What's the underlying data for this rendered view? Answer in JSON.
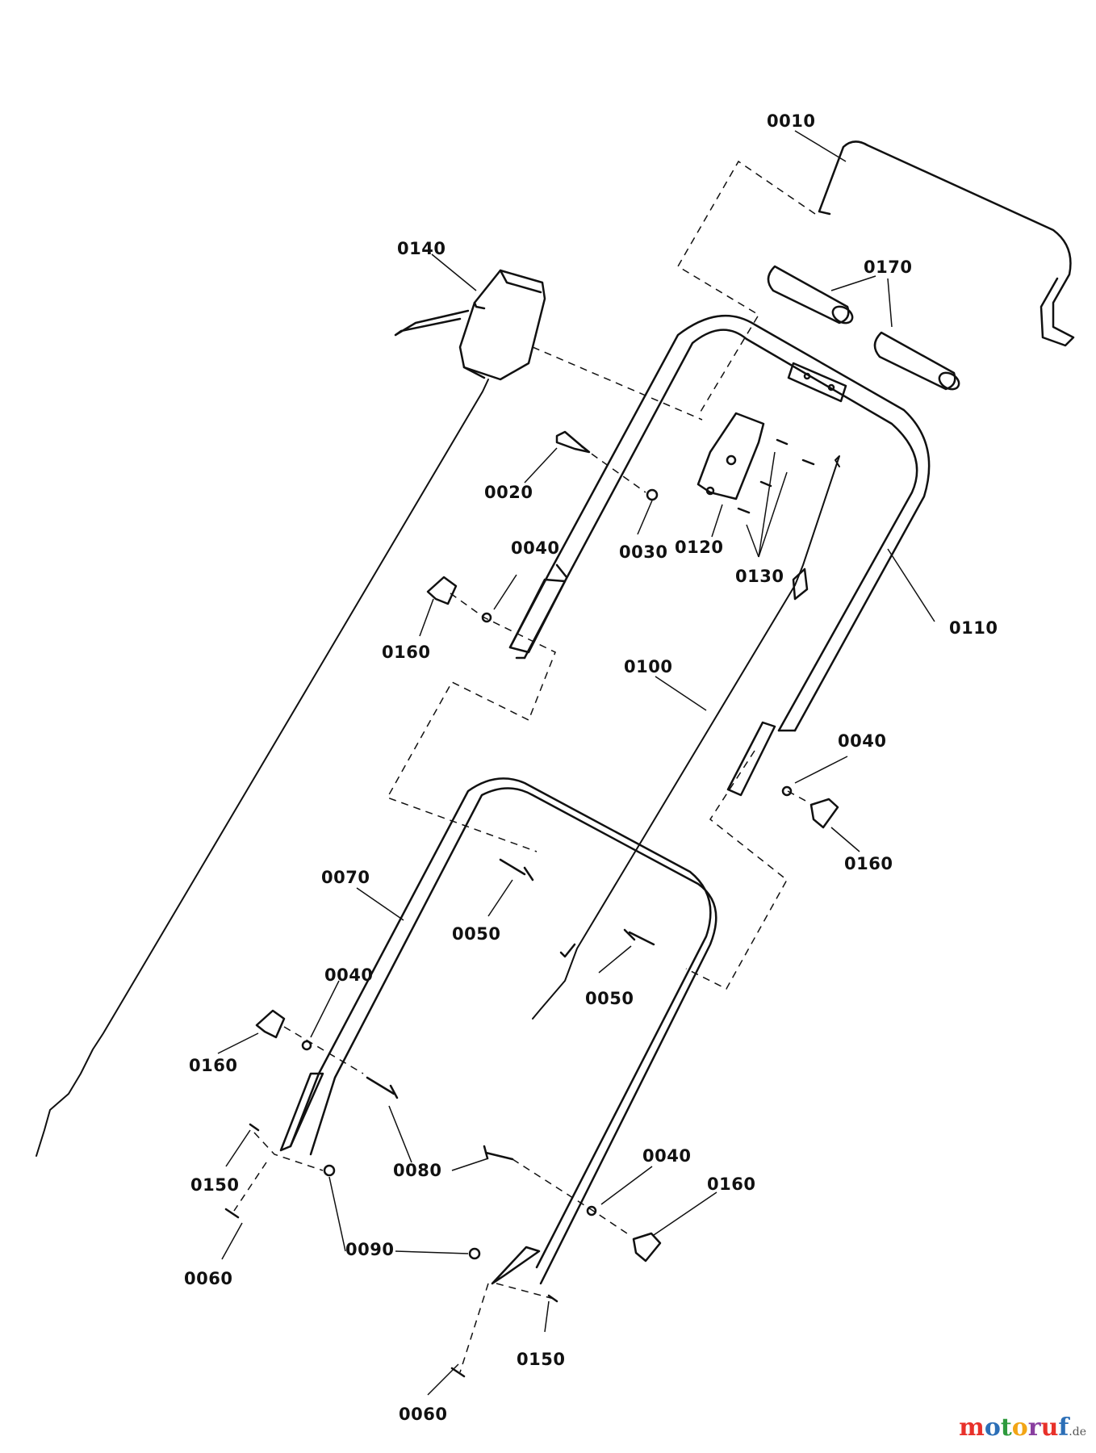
{
  "diagram": {
    "part_labels": [
      "0010",
      "0170",
      "0140",
      "0020",
      "0030",
      "0120",
      "0130",
      "0040",
      "0160",
      "0110",
      "0100",
      "0040",
      "0160",
      "0070",
      "0050",
      "0040",
      "0050",
      "0160",
      "0150",
      "0080",
      "0040",
      "0160",
      "0060",
      "0090",
      "0150",
      "0060"
    ]
  },
  "watermark": {
    "letters": [
      "m",
      "o",
      "t",
      "o",
      "r",
      "u",
      "f"
    ],
    "suffix": ".de",
    "colors": [
      "#e8312a",
      "#2c6fb7",
      "#2e9a3d",
      "#f2a516",
      "#8a3fa0",
      "#e8312a",
      "#2c6fb7"
    ]
  }
}
